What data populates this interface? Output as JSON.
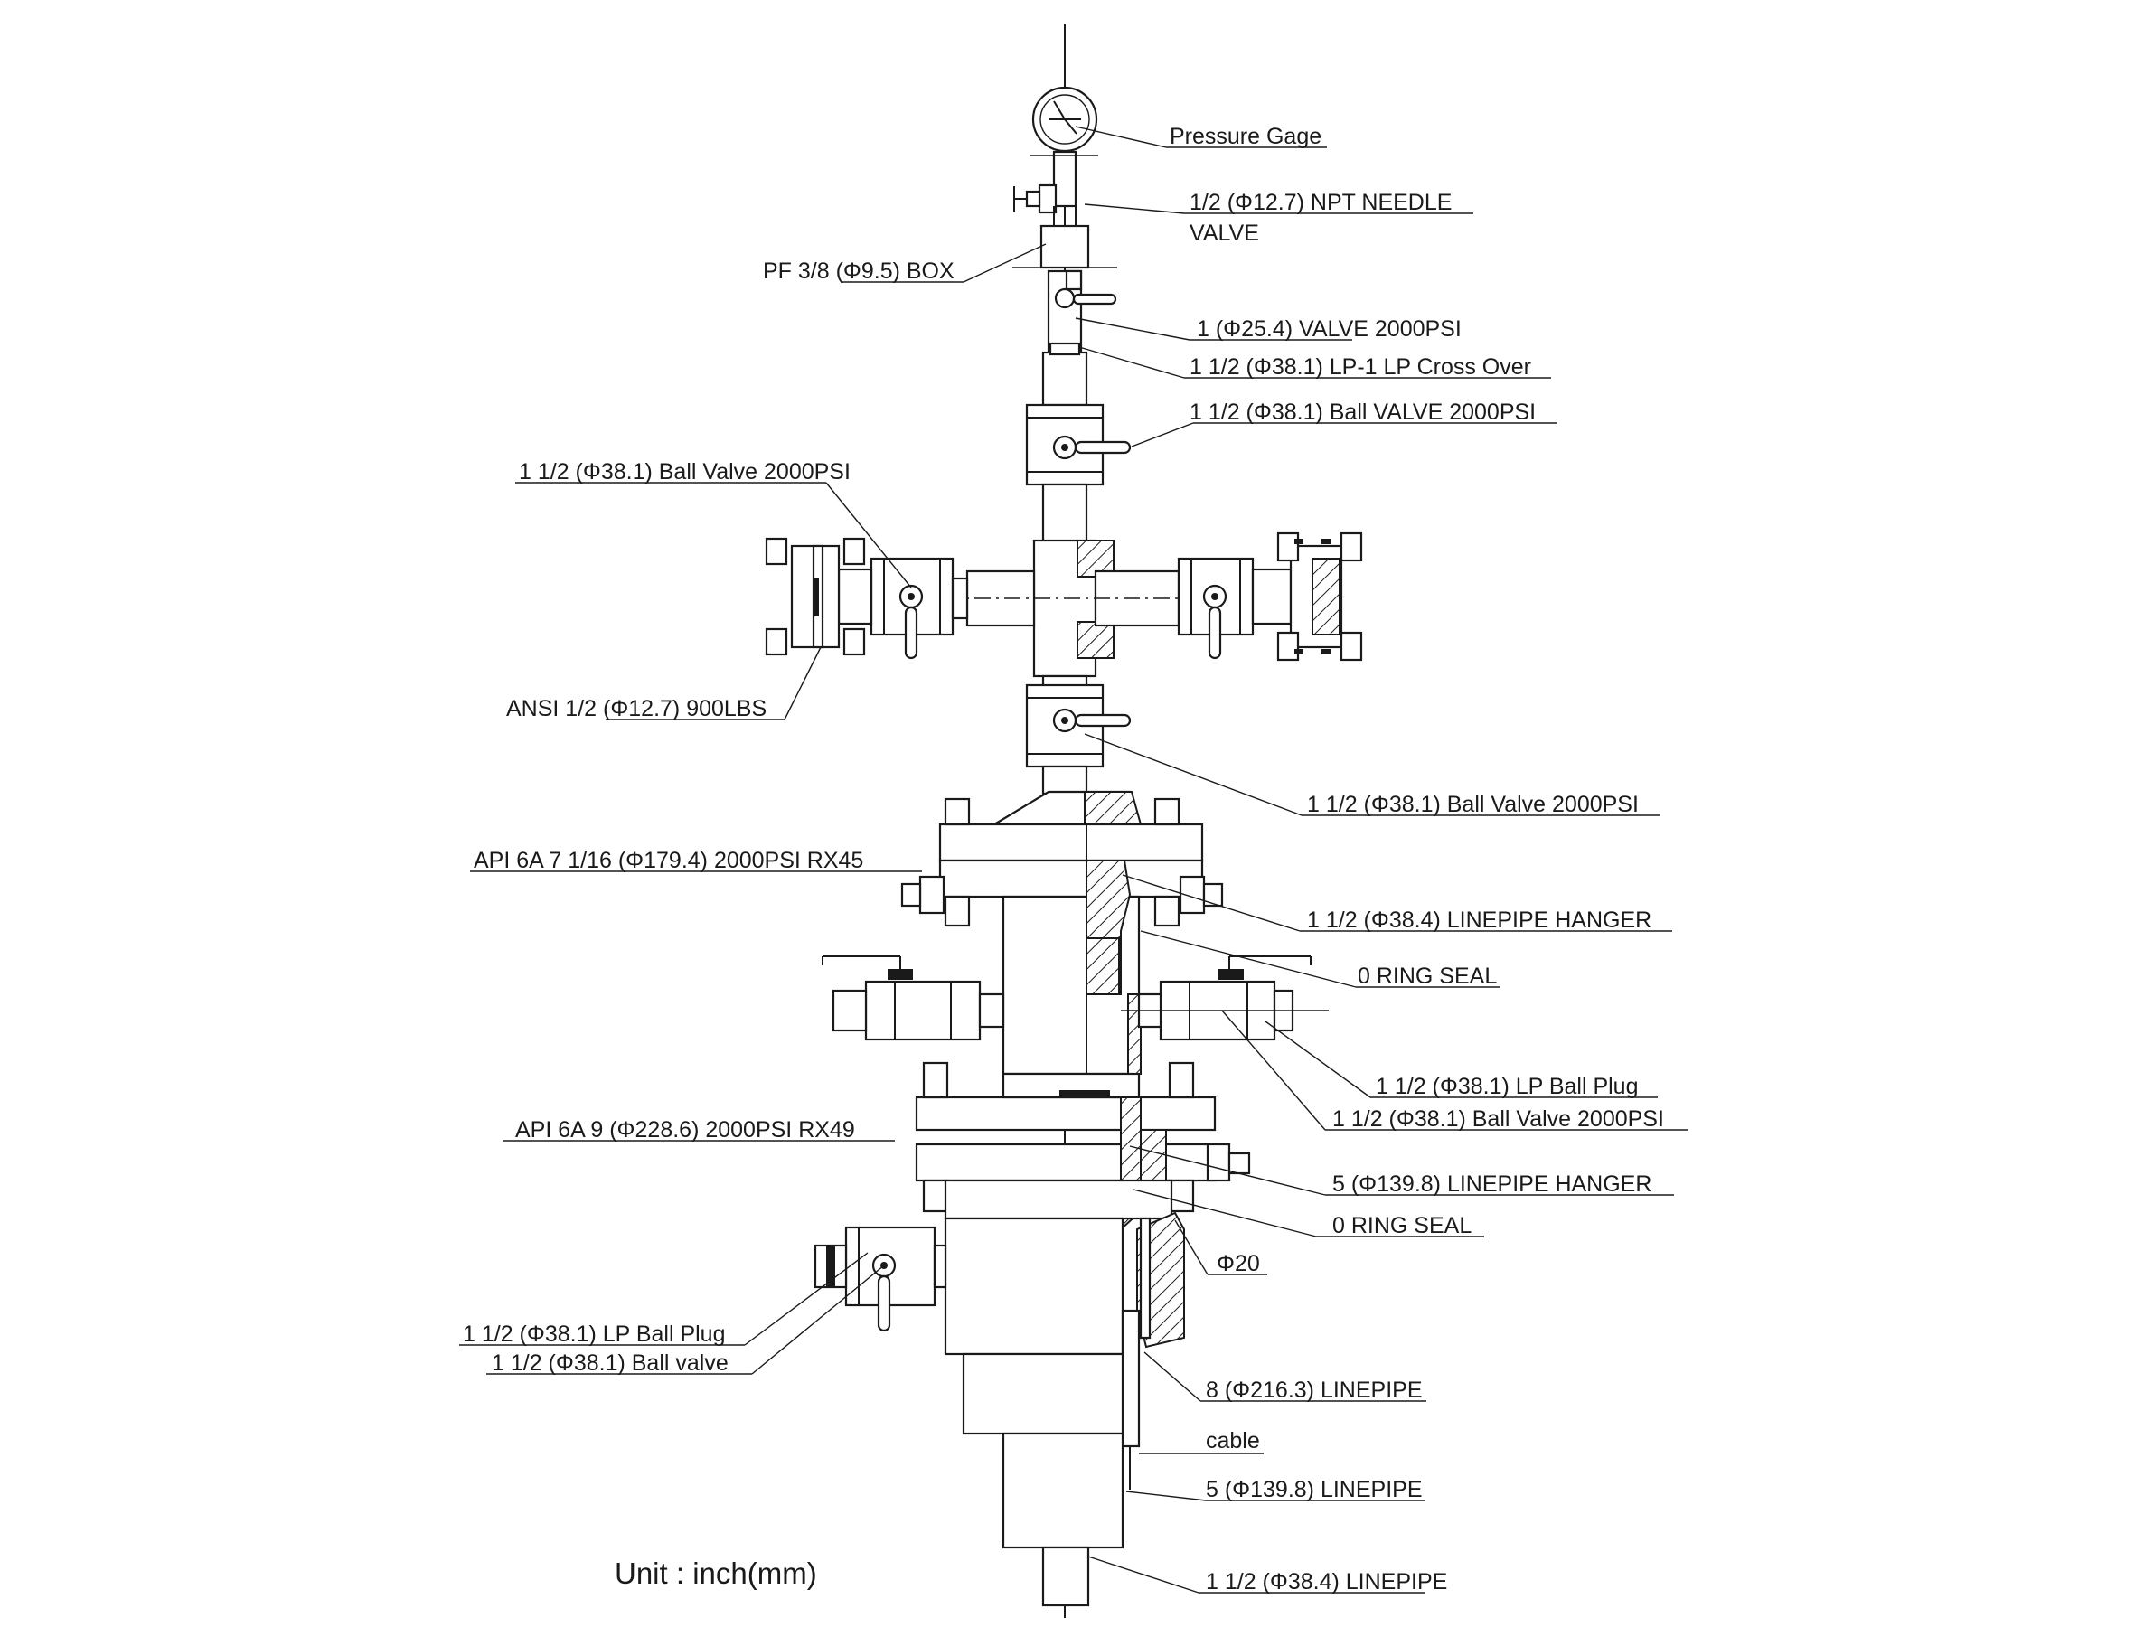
{
  "labels": {
    "pressure_gage": "Pressure Gage",
    "needle_valve_1": "1/2 (Φ12.7) NPT NEEDLE",
    "needle_valve_2": "VALVE",
    "pf_box": "PF 3/8 (Φ9.5) BOX",
    "valve_1in": "1 (Φ25.4) VALVE 2000PSI",
    "cross_over": "1 1/2 (Φ38.1) LP-1 LP Cross Over",
    "ball_valve_top": "1 1/2 (Φ38.1) Ball VALVE 2000PSI",
    "ball_valve_left_wing": "1 1/2 (Φ38.1) Ball Valve 2000PSI",
    "ansi_flange": "ANSI 1/2 (Φ12.7) 900LBS",
    "ball_valve_lower": "1 1/2 (Φ38.1) Ball Valve 2000PSI",
    "api_flange_upper": "API 6A 7 1/16 (Φ179.4) 2000PSI RX45",
    "linepipe_hanger_upper": "1 1/2 (Φ38.4) LINEPIPE HANGER",
    "o_ring_seal_upper": "0 RING SEAL",
    "lp_ball_plug_right": "1 1/2 (Φ38.1) LP Ball Plug",
    "ball_valve_right_side": "1 1/2 (Φ38.1) Ball Valve 2000PSI",
    "api_flange_lower": "API 6A 9 (Φ228.6) 2000PSI RX49",
    "linepipe_hanger_lower": "5 (Φ139.8) LINEPIPE HANGER",
    "o_ring_seal_lower": "0 RING SEAL",
    "phi20": "Φ20",
    "lp_ball_plug_left": "1 1/2 (Φ38.1) LP Ball Plug",
    "ball_valve_left_bottom": "1 1/2 (Φ38.1) Ball valve",
    "linepipe_8": "8 (Φ216.3) LINEPIPE",
    "cable": "cable",
    "linepipe_5": "5 (Φ139.8) LINEPIPE",
    "linepipe_1_5": "1 1/2 (Φ38.4) LINEPIPE"
  },
  "unit_note": "Unit : inch(mm)"
}
